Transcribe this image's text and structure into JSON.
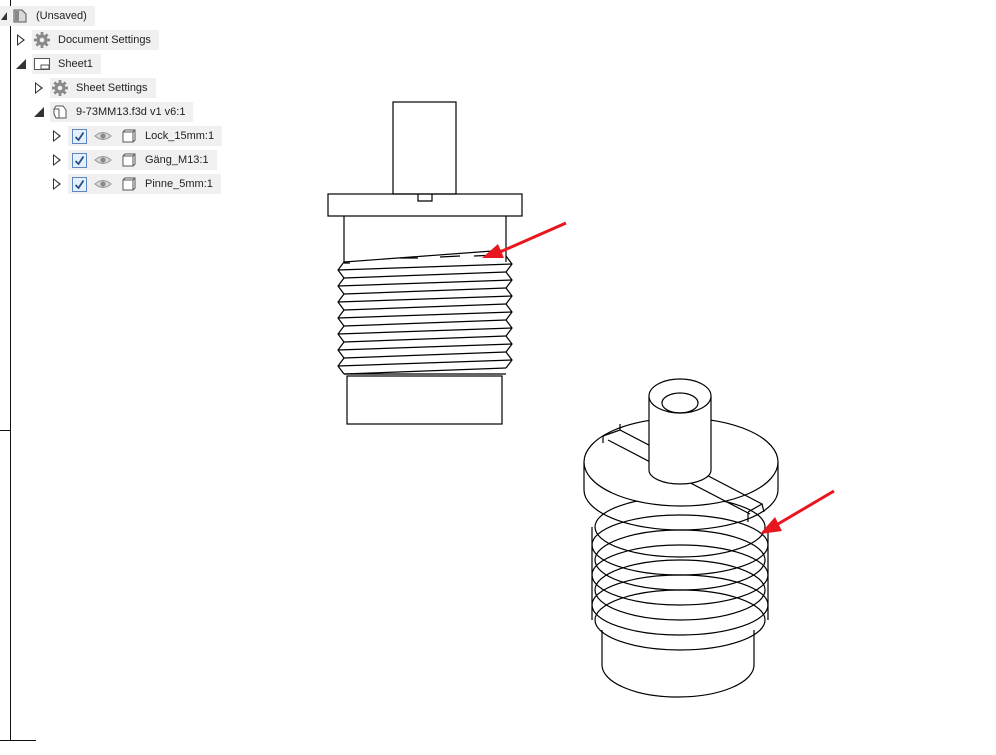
{
  "browser": {
    "root": {
      "label": "(Unsaved)",
      "icon": "drawing-doc-icon"
    },
    "items": [
      {
        "label": "Document Settings",
        "icon": "gear-icon",
        "expanded": false
      },
      {
        "label": "Sheet1",
        "icon": "sheet-icon",
        "expanded": true
      },
      {
        "label": "Sheet Settings",
        "icon": "gear-icon",
        "expanded": false
      },
      {
        "label": "9-73MM13.f3d v1 v6:1",
        "icon": "component-icon",
        "expanded": true
      },
      {
        "label": "Lock_15mm:1",
        "icon": "body-icon",
        "checked": true,
        "expanded": false
      },
      {
        "label": "Gäng_M13:1",
        "icon": "body-icon",
        "checked": true,
        "expanded": false
      },
      {
        "label": "Pinne_5mm:1",
        "icon": "body-icon",
        "checked": true,
        "expanded": false
      }
    ]
  },
  "colors": {
    "annotation_arrow": "#e8171f",
    "line": "#000000",
    "panel_bg": "#f0f0f0",
    "checkbox": "#5b86c4"
  }
}
